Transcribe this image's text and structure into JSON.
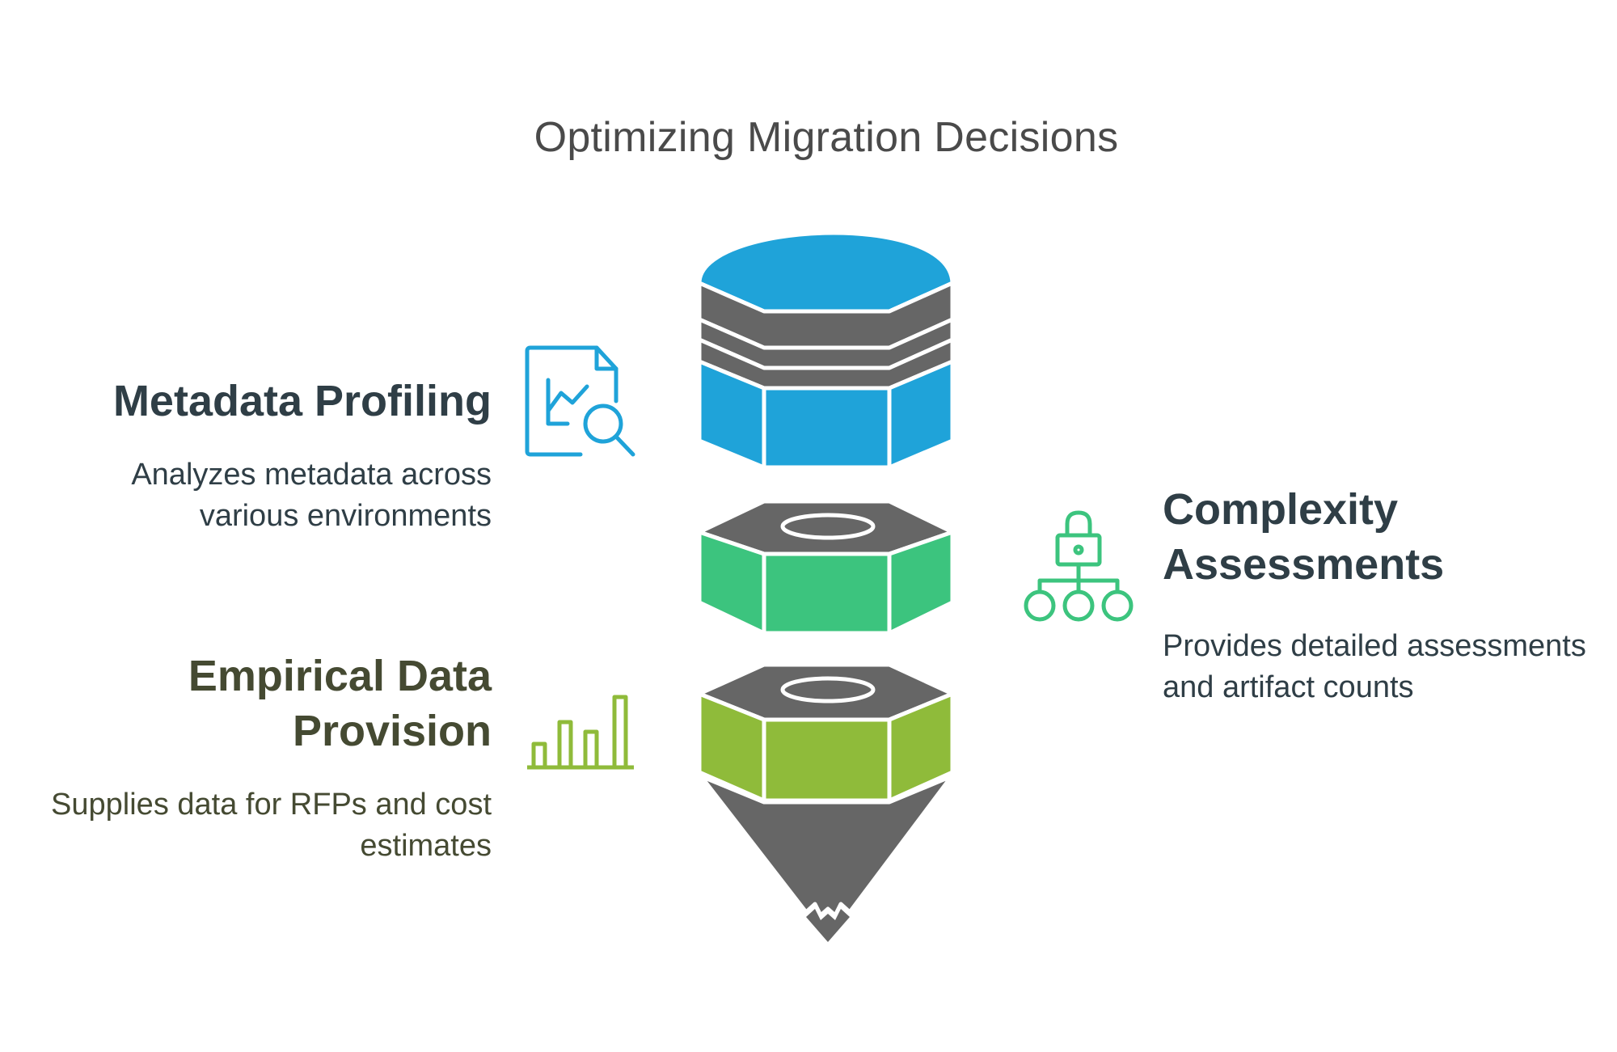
{
  "title": "Optimizing Migration Decisions",
  "sections": {
    "metadata_profiling": {
      "heading": "Metadata Profiling",
      "description": "Analyzes metadata across various environments",
      "icon": "chart-document-search-icon",
      "color": "#1fa3d9"
    },
    "complexity_assessments": {
      "heading": "Complexity Assessments",
      "description": "Provides detailed assessments and artifact counts",
      "icon": "lock-hierarchy-icon",
      "color": "#3cc47e"
    },
    "empirical_data_provision": {
      "heading": "Empirical Data Provision",
      "description": "Supplies data for RFPs and cost estimates",
      "icon": "bar-chart-icon",
      "color": "#8fbb3a"
    }
  },
  "colors": {
    "blue": "#1fa3d9",
    "green": "#3cc47e",
    "lime": "#8fbb3a",
    "gray": "#666666",
    "text_dark": "#2f3e46",
    "text_olive": "#454a32"
  }
}
